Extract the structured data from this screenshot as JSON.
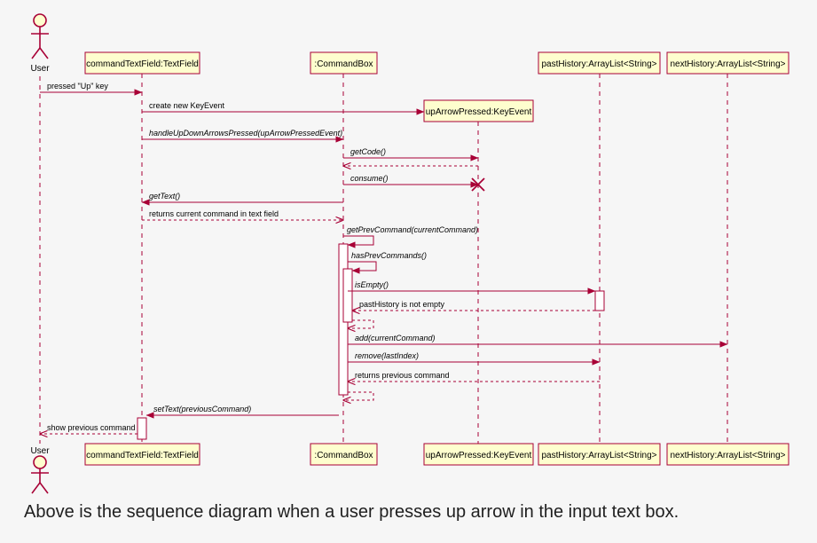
{
  "actor": {
    "name": "User"
  },
  "participants": [
    {
      "id": "ctf",
      "label": "commandTextField:TextField"
    },
    {
      "id": "cb",
      "label": ":CommandBox"
    },
    {
      "id": "ke",
      "label": "upArrowPressed:KeyEvent"
    },
    {
      "id": "ph",
      "label": "pastHistory:ArrayList<String>"
    },
    {
      "id": "nh",
      "label": "nextHistory:ArrayList<String>"
    }
  ],
  "messages": [
    {
      "from": "user",
      "to": "ctf",
      "text": "pressed \"Up\" key",
      "kind": "sync",
      "italic": false
    },
    {
      "from": "ctf",
      "to": "ke",
      "text": "create new KeyEvent",
      "kind": "create",
      "italic": false
    },
    {
      "from": "ctf",
      "to": "cb",
      "text": "handleUpDownArrowsPressed(upArrowPressedEvent)",
      "kind": "sync",
      "italic": true
    },
    {
      "from": "cb",
      "to": "ke",
      "text": "getCode()",
      "kind": "sync",
      "italic": true
    },
    {
      "from": "ke",
      "to": "cb",
      "text": "",
      "kind": "return",
      "italic": false
    },
    {
      "from": "cb",
      "to": "ke",
      "text": "consume()",
      "kind": "destroy",
      "italic": true
    },
    {
      "from": "cb",
      "to": "ctf",
      "text": "getText()",
      "kind": "sync",
      "italic": true
    },
    {
      "from": "ctf",
      "to": "cb",
      "text": "returns current command in text field",
      "kind": "return",
      "italic": false
    },
    {
      "from": "cb",
      "to": "cb",
      "text": "getPrevCommand(currentCommand)",
      "kind": "self",
      "italic": true
    },
    {
      "from": "cb",
      "to": "cb",
      "text": "hasPrevCommands()",
      "kind": "self",
      "italic": true
    },
    {
      "from": "cb",
      "to": "ph",
      "text": "isEmpty()",
      "kind": "sync",
      "italic": true
    },
    {
      "from": "ph",
      "to": "cb",
      "text": "pastHistory is not empty",
      "kind": "return",
      "italic": false
    },
    {
      "from": "cb",
      "to": "cb",
      "text": "",
      "kind": "self-return",
      "italic": false
    },
    {
      "from": "cb",
      "to": "nh",
      "text": "add(currentCommand)",
      "kind": "sync",
      "italic": true
    },
    {
      "from": "cb",
      "to": "ph",
      "text": "remove(lastIndex)",
      "kind": "sync",
      "italic": true
    },
    {
      "from": "ph",
      "to": "cb",
      "text": "returns previous command",
      "kind": "return",
      "italic": false
    },
    {
      "from": "cb",
      "to": "cb",
      "text": "",
      "kind": "self-return",
      "italic": false
    },
    {
      "from": "cb",
      "to": "ctf",
      "text": "setText(previousCommand)",
      "kind": "sync",
      "italic": true
    },
    {
      "from": "ctf",
      "to": "user",
      "text": "show previous command",
      "kind": "return",
      "italic": false
    }
  ],
  "caption": "Above is the sequence diagram when a user presses up arrow in the input text box.",
  "colors": {
    "box_fill": "#fefece",
    "box_border": "#a80036",
    "line": "#a80036",
    "text": "#000000",
    "background": "#f6f6f6"
  }
}
